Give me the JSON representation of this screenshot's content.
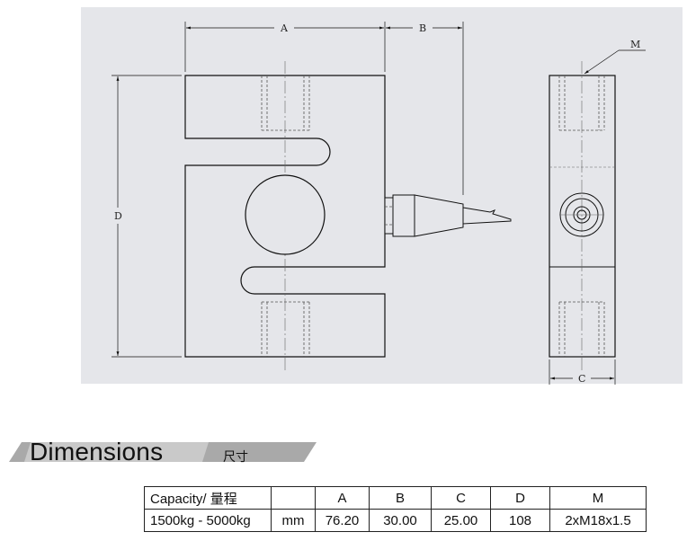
{
  "drawing": {
    "dim_labels": {
      "A": "A",
      "B": "B",
      "C": "C",
      "D": "D",
      "M": "M"
    }
  },
  "section": {
    "title": "Dimensions",
    "subtitle": "尺寸"
  },
  "table": {
    "headers": [
      "Capacity/ 量程",
      "",
      "A",
      "B",
      "C",
      "D",
      "M"
    ],
    "rows": [
      [
        "1500kg - 5000kg",
        "mm",
        "76.20",
        "30.00",
        "25.00",
        "108",
        "2xM18x1.5"
      ]
    ]
  },
  "colors": {
    "drawing_bg": "#e5e6ea",
    "line": "#111111",
    "banner": "#a9a9a9"
  }
}
